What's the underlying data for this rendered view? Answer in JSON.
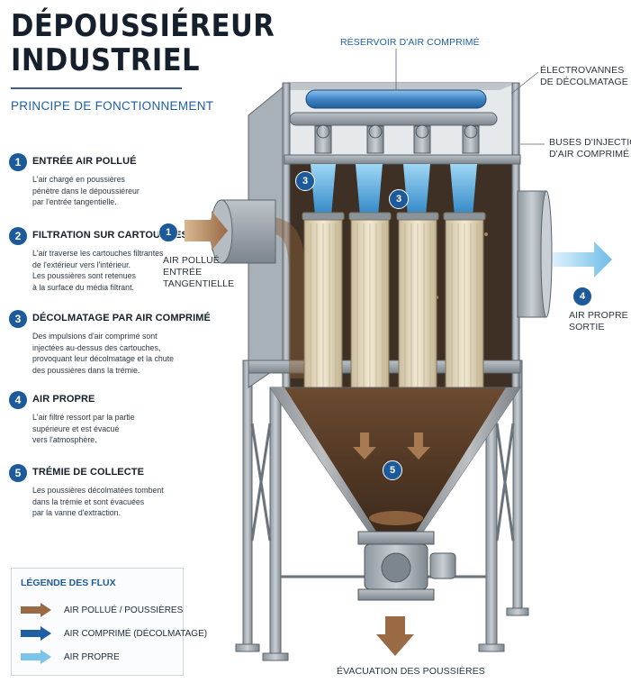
{
  "header": {
    "title_line1": "DÉPOUSSIÉREUR",
    "title_line2": "INDUSTRIEL",
    "subtitle": "PRINCIPE DE FONCTIONNEMENT"
  },
  "steps": [
    {
      "num": "1",
      "title": "ENTRÉE AIR POLLUÉ",
      "lines": [
        "L'air chargé en poussières",
        "pénètre dans le dépoussiéreur",
        "par l'entrée tangentielle."
      ]
    },
    {
      "num": "2",
      "title": "FILTRATION SUR CARTOUCHES",
      "lines": [
        "L'air traverse les cartouches filtrantes",
        "de l'extérieur vers l'intérieur.",
        "Les poussières sont retenues",
        "à la surface du média filtrant."
      ]
    },
    {
      "num": "3",
      "title": "DÉCOLMATAGE PAR AIR COMPRIMÉ",
      "lines": [
        "Des impulsions d'air comprimé sont",
        "injectées au-dessus des cartouches,",
        "provoquant leur décolmatage et la chute",
        "des poussières dans la trémie."
      ]
    },
    {
      "num": "4",
      "title": "AIR PROPRE",
      "lines": [
        "L'air filtré ressort par la partie",
        "supérieure et est évacué",
        "vers l'atmosphère."
      ]
    },
    {
      "num": "5",
      "title": "TRÉMIE DE COLLECTE",
      "lines": [
        "Les poussières décolmatées tombent",
        "dans la trémie et sont évacuées",
        "par la vanne d'extraction."
      ]
    }
  ],
  "legend": {
    "title": "LÉGENDE DES FLUX",
    "items": [
      {
        "label": "AIR POLLUÉ / POUSSIÈRES",
        "color": "#9a6a45"
      },
      {
        "label": "AIR COMPRIMÉ (DÉCOLMATAGE)",
        "color": "#1f5fa4"
      },
      {
        "label": "AIR PROPRE",
        "color": "#7cc4ea"
      }
    ]
  },
  "diagram": {
    "reservoir_label": "RÉSERVOIR D'AIR COMPRIMÉ",
    "valves_label": [
      "ÉLECTROVANNES",
      "DE DÉCOLMATAGE"
    ],
    "nozzles_label": [
      "BUSES D'INJECTION",
      "D'AIR COMPRIMÉ"
    ],
    "inlet_label": [
      "AIR POLLUÉ",
      "ENTRÉE",
      "TANGENTIELLE"
    ],
    "outlet_label": [
      "AIR PROPRE",
      "SORTIE"
    ],
    "discharge_label": "ÉVACUATION DES POUSSIÈRES",
    "badge_inlet": "1",
    "badge_nozzle_left": "3",
    "badge_nozzle_mid": "3",
    "badge_outlet": "4",
    "badge_hopper": "5"
  },
  "colors": {
    "accent": "#1c5a99",
    "dust": "#9a6a45",
    "compressed_air": "#1f5fa4",
    "clean_air": "#7cc4ea",
    "steel": "#9aa3ab"
  }
}
